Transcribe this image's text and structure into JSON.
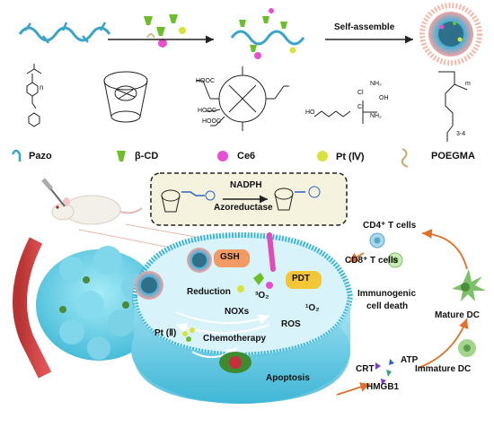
{
  "top_row": {
    "self_assemble": "Self-assemble"
  },
  "legend": {
    "pazo": "Pazo",
    "bcd": "β-CD",
    "ce6": "Ce6",
    "pt4": "Pt (Ⅳ)",
    "poegma": "POEGMA"
  },
  "structures": {
    "pazo_n": "n",
    "bcd_cooh_1": "HOOC",
    "bcd_cooh_2": "HOOC",
    "bcd_cooh_3": "HOOC",
    "pt_nh2_top": "NH₂",
    "pt_cl_top": "Cl",
    "pt_oh": "OH",
    "pt_cl_bottom": "Cl",
    "pt_nh2_bottom": "NH₂",
    "pt_ho": "HO",
    "poegma_m": "m",
    "poegma_34": "3-4"
  },
  "enzyme_box": {
    "line1": "NADPH",
    "line2": "Azoreductase"
  },
  "cell": {
    "gsh": "GSH",
    "pdt": "PDT",
    "reduction": "Reduction",
    "o2_triplet": "³O₂",
    "o2_singlet": "¹O₂",
    "noxs": "NOXs",
    "ros": "ROS",
    "pt2": "Pt (Ⅱ)",
    "chemo": "Chemotherapy",
    "apoptosis": "Apoptosis"
  },
  "immune": {
    "cd4": "CD4⁺ T cells",
    "cd8": "CD8⁺ T cells",
    "icd_line1": "Immunogenic",
    "icd_line2": "cell death",
    "mature_dc": "Mature DC",
    "immature_dc": "Immature DC",
    "crt": "CRT",
    "atp": "ATP",
    "hmgb1": "HMGB1"
  },
  "colors": {
    "polymer": "#3aa3c9",
    "bcd_green": "#6cbf2a",
    "ce6_pink": "#e64fd1",
    "pt_yellow": "#d7e23a",
    "cell_blue": "#6fd3ea",
    "cell_inner": "#bfeaf4",
    "arrow_orange": "#e0702a",
    "dc_green": "#7cc06a"
  }
}
